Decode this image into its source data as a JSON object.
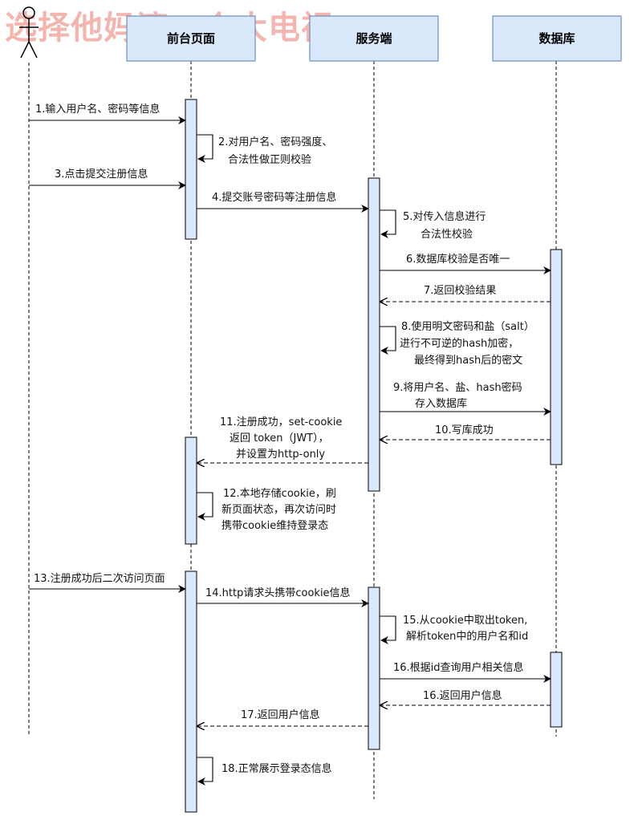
{
  "watermark": "选择他妈滴一个大电视",
  "participants": [
    "前台页面",
    "服务端",
    "数据库"
  ],
  "messages": [
    {
      "lines": [
        "1.输入用户名、密码等信息"
      ]
    },
    {
      "lines": [
        "2.对用户名、密码强度、",
        "合法性做正则校验"
      ]
    },
    {
      "lines": [
        "3.点击提交注册信息"
      ]
    },
    {
      "lines": [
        "4.提交账号密码等注册信息"
      ]
    },
    {
      "lines": [
        "5.对传入信息进行",
        "合法性校验"
      ]
    },
    {
      "lines": [
        "6.数据库校验是否唯一"
      ]
    },
    {
      "lines": [
        "7.返回校验结果"
      ]
    },
    {
      "lines": [
        "8.使用明文密码和盐（salt）",
        "进行不可逆的hash加密，",
        "最终得到hash后的密文"
      ]
    },
    {
      "lines": [
        "9.将用户名、盐、hash密码",
        "存入数据库"
      ]
    },
    {
      "lines": [
        "10.写库成功"
      ]
    },
    {
      "lines": [
        "11.注册成功，set-cookie",
        "返回 token（JWT），",
        "并设置为http-only"
      ]
    },
    {
      "lines": [
        "12.本地存储cookie，刷",
        "新页面状态，再次访问时",
        "携带cookie维持登录态"
      ]
    },
    {
      "lines": [
        "13.注册成功后二次访问页面"
      ]
    },
    {
      "lines": [
        "14.http请求头携带cookie信息"
      ]
    },
    {
      "lines": [
        "15.从cookie中取出token,",
        "解析token中的用户名和id"
      ]
    },
    {
      "lines": [
        "16.根据id查询用户相关信息"
      ]
    },
    {
      "lines": [
        "16.返回用户信息"
      ]
    },
    {
      "lines": [
        "17.返回用户信息"
      ]
    },
    {
      "lines": [
        "18.正常展示登录态信息"
      ]
    }
  ],
  "colors": {
    "participant_fill": "#dae8fc",
    "participant_stroke": "#6c8ebf",
    "activation_fill": "#dae8fc",
    "line": "#000000"
  }
}
